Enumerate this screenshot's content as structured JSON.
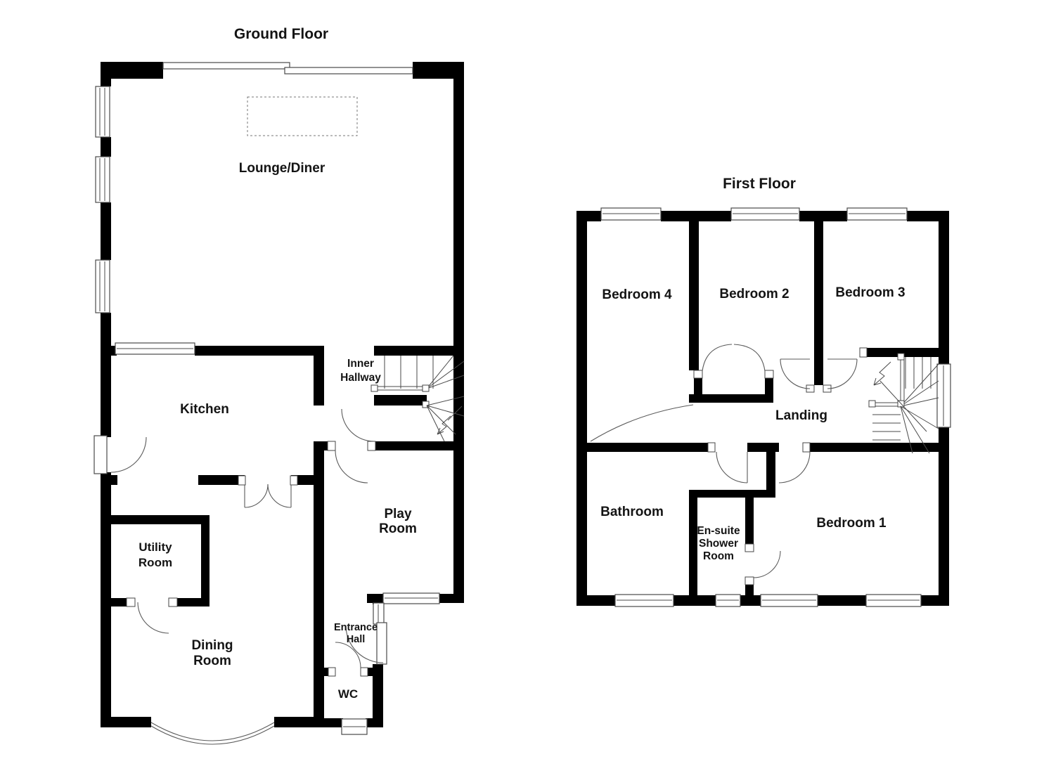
{
  "ground_floor": {
    "title": "Ground Floor",
    "rooms": {
      "lounge": "Lounge/Diner",
      "kitchen": "Kitchen",
      "inner_hallway": [
        "Inner",
        "Hallway"
      ],
      "play_room": [
        "Play",
        "Room"
      ],
      "utility_room": [
        "Utility",
        "Room"
      ],
      "dining_room": [
        "Dining",
        "Room"
      ],
      "entrance_hall": [
        "Entrance",
        "Hall"
      ],
      "wc": "WC"
    }
  },
  "first_floor": {
    "title": "First Floor",
    "rooms": {
      "bedroom4": "Bedroom 4",
      "bedroom2": "Bedroom 2",
      "bedroom3": "Bedroom 3",
      "landing": "Landing",
      "bathroom": "Bathroom",
      "ensuite": [
        "En-suite",
        "Shower",
        "Room"
      ],
      "bedroom1": "Bedroom 1"
    }
  },
  "colors": {
    "wall": "#000000",
    "line": "#4a4a4a",
    "background": "#ffffff",
    "text": "#141414"
  }
}
